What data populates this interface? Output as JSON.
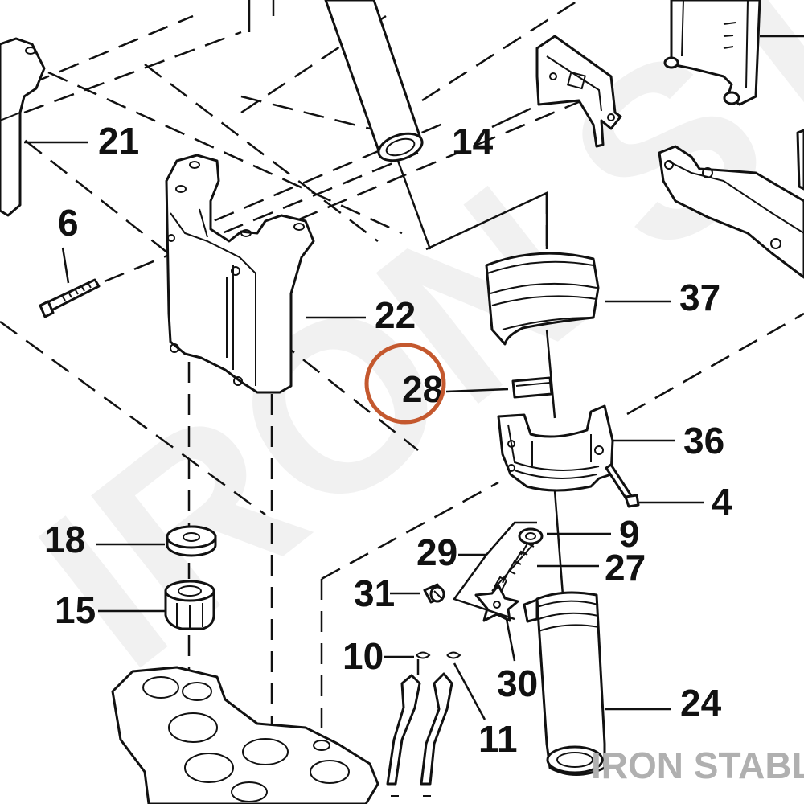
{
  "diagram": {
    "callouts": [
      {
        "id": "21",
        "text": "21"
      },
      {
        "id": "6",
        "text": "6"
      },
      {
        "id": "14",
        "text": "14"
      },
      {
        "id": "22",
        "text": "22"
      },
      {
        "id": "37",
        "text": "37"
      },
      {
        "id": "28",
        "text": "28"
      },
      {
        "id": "36",
        "text": "36"
      },
      {
        "id": "4",
        "text": "4"
      },
      {
        "id": "18",
        "text": "18"
      },
      {
        "id": "9",
        "text": "9"
      },
      {
        "id": "29",
        "text": "29"
      },
      {
        "id": "27",
        "text": "27"
      },
      {
        "id": "15",
        "text": "15"
      },
      {
        "id": "31",
        "text": "31"
      },
      {
        "id": "10",
        "text": "10"
      },
      {
        "id": "30",
        "text": "30"
      },
      {
        "id": "24",
        "text": "24"
      },
      {
        "id": "11",
        "text": "11"
      }
    ],
    "highlighted_callout": "28",
    "highlight_color": "#c4582e",
    "watermark": "IRON STABLE"
  }
}
